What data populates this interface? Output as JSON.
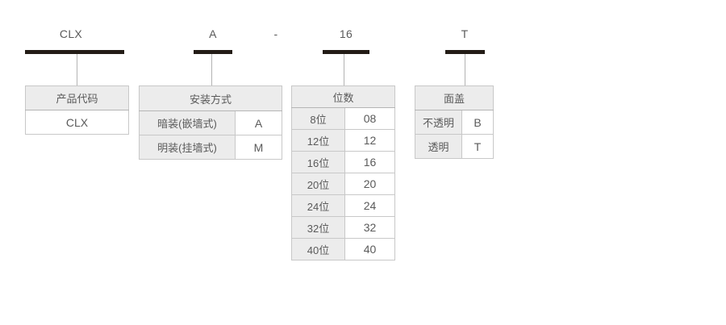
{
  "diagram": {
    "title_code_parts": [
      {
        "text": "CLX",
        "name": "code-part-product"
      },
      {
        "text": "A",
        "name": "code-part-mount"
      },
      {
        "text": "-",
        "name": "code-separator-dash"
      },
      {
        "text": "16",
        "name": "code-part-ways"
      },
      {
        "text": "T",
        "name": "code-part-cover"
      }
    ],
    "tables": [
      {
        "id": "product",
        "header": "产品代码",
        "rows": [
          {
            "label": "CLX",
            "code": null
          }
        ]
      },
      {
        "id": "mount",
        "header": "安装方式",
        "rows": [
          {
            "label": "暗装(嵌墙式)",
            "code": "A"
          },
          {
            "label": "明装(挂墙式)",
            "code": "M"
          }
        ]
      },
      {
        "id": "ways",
        "header": "位数",
        "rows": [
          {
            "label": "8位",
            "code": "08"
          },
          {
            "label": "12位",
            "code": "12"
          },
          {
            "label": "16位",
            "code": "16"
          },
          {
            "label": "20位",
            "code": "20"
          },
          {
            "label": "24位",
            "code": "24"
          },
          {
            "label": "32位",
            "code": "32"
          },
          {
            "label": "40位",
            "code": "40"
          }
        ]
      },
      {
        "id": "cover",
        "header": "面盖",
        "rows": [
          {
            "label": "不透明",
            "code": "B"
          },
          {
            "label": "透明",
            "code": "T"
          }
        ]
      }
    ],
    "colors": {
      "bar": "#231c16",
      "connector": "#b3b3b3",
      "header_fill": "#ececec",
      "cell_border": "#c8c8c8",
      "table_border": "#a8a8a8",
      "text": "#5a5a5a",
      "background": "#ffffff"
    }
  }
}
